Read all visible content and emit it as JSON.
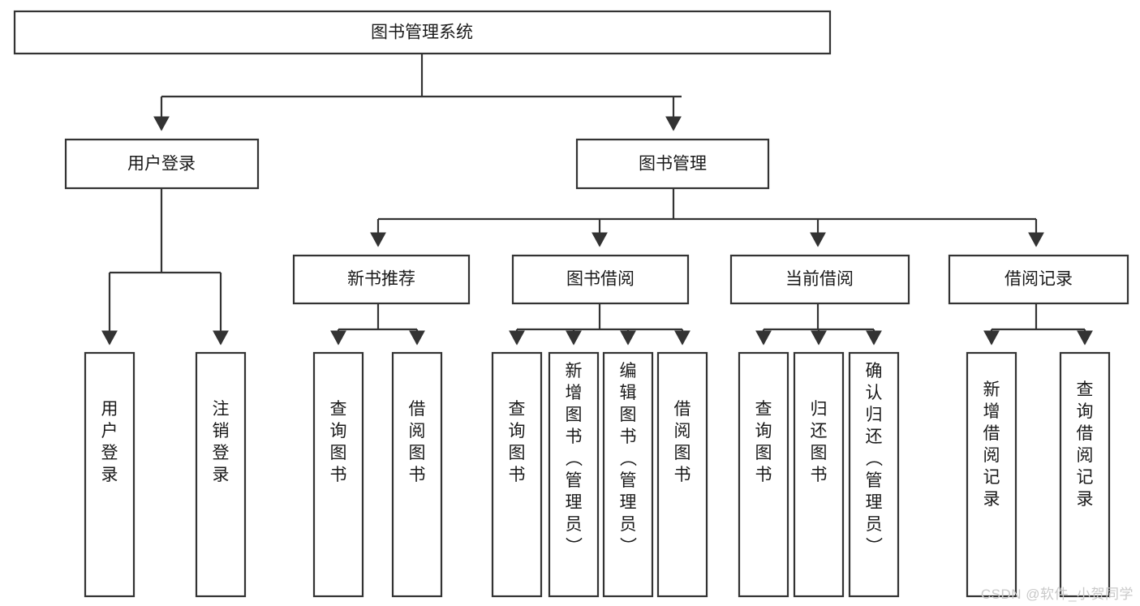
{
  "diagram": {
    "type": "tree-hierarchy",
    "title": "图书管理系统",
    "root": {
      "id": "root",
      "label": "图书管理系统",
      "level": 0
    },
    "level2": [
      {
        "id": "user-login",
        "label": "用户登录"
      },
      {
        "id": "book-management",
        "label": "图书管理"
      }
    ],
    "level3": [
      {
        "id": "new-book-recommend",
        "label": "新书推荐",
        "parent": "book-management"
      },
      {
        "id": "book-borrow",
        "label": "图书借阅",
        "parent": "book-management"
      },
      {
        "id": "current-borrow",
        "label": "当前借阅",
        "parent": "book-management"
      },
      {
        "id": "borrow-record",
        "label": "借阅记录",
        "parent": "book-management"
      }
    ],
    "leaves": {
      "user-login": [
        {
          "id": "leaf-user-login",
          "label": "用户登录"
        },
        {
          "id": "leaf-logout",
          "label": "注销登录"
        }
      ],
      "new-book-recommend": [
        {
          "id": "leaf-query-book-1",
          "label": "查询图书"
        },
        {
          "id": "leaf-borrow-book-1",
          "label": "借阅图书"
        }
      ],
      "book-borrow": [
        {
          "id": "leaf-query-book-2",
          "label": "查询图书"
        },
        {
          "id": "leaf-add-book",
          "label": "新增图书（管理员）"
        },
        {
          "id": "leaf-edit-book",
          "label": "编辑图书（管理员）"
        },
        {
          "id": "leaf-borrow-book-2",
          "label": "借阅图书"
        }
      ],
      "current-borrow": [
        {
          "id": "leaf-query-book-3",
          "label": "查询图书"
        },
        {
          "id": "leaf-return-book",
          "label": "归还图书"
        },
        {
          "id": "leaf-confirm-return",
          "label": "确认归还（管理员）"
        }
      ],
      "borrow-record": [
        {
          "id": "leaf-add-record",
          "label": "新增借阅记录"
        },
        {
          "id": "leaf-query-record",
          "label": "查询借阅记录"
        }
      ]
    }
  },
  "watermark": {
    "text": "CSDN @软件_小贺同学"
  },
  "colors": {
    "stroke": "#333333",
    "box_fill": "#ffffff",
    "text": "#1a1a1a",
    "background": "#ffffff",
    "watermark": "#c9c9c9"
  }
}
